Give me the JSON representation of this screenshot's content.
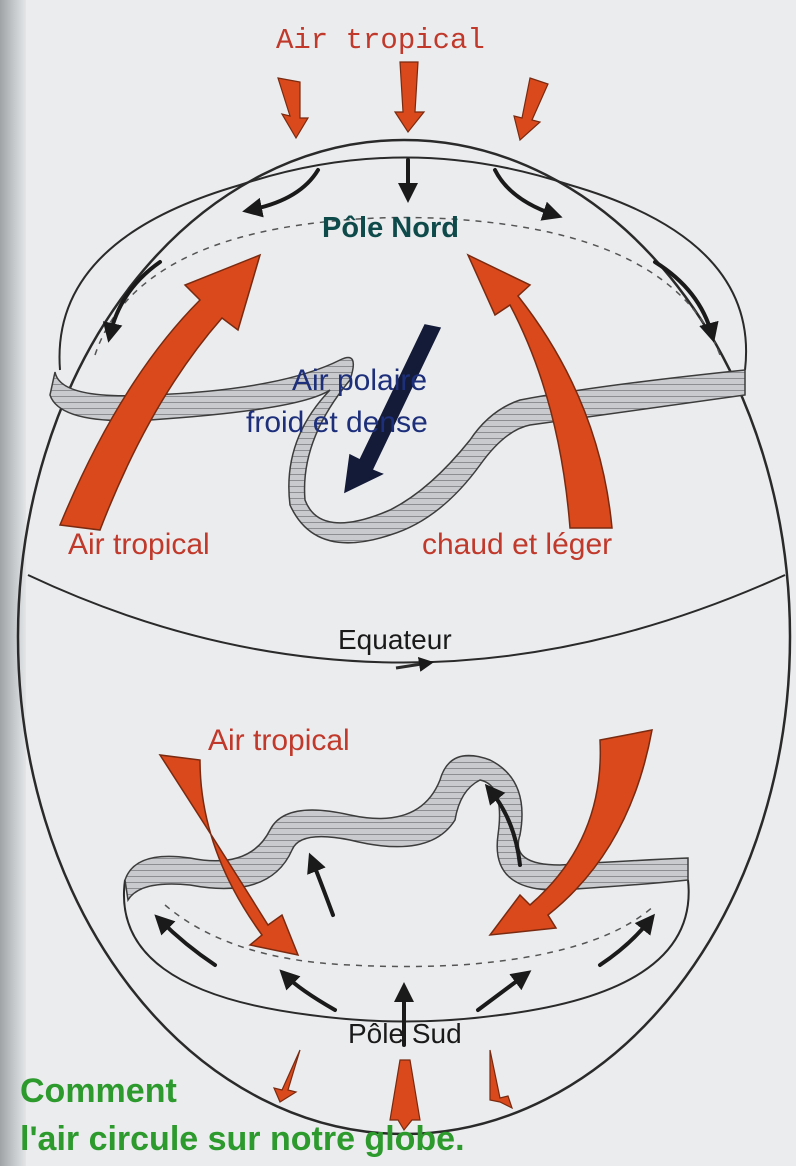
{
  "colors": {
    "background": "#ebecee",
    "globe_line": "#2a2a2a",
    "warm_air": "#d9491b",
    "cold_front_fill": "#d4d5d8",
    "label_red": "#c0392b",
    "label_blue": "#1d2f7a",
    "label_teal": "#0f4a4a",
    "caption_green": "#2c9a2c"
  },
  "labels": {
    "top_air_tropical": "Air tropical",
    "north_pole": "Pôle Nord",
    "polar_air_line1": "Air polaire",
    "polar_air_line2": "froid et dense",
    "air_tropical_left": "Air tropical",
    "warm_light": "chaud et léger",
    "equator": "Equateur",
    "air_tropical_south": "Air tropical",
    "south_pole": "Pôle Sud"
  },
  "caption": {
    "line1": "Comment",
    "line2": "l'air circule sur notre globe."
  },
  "icons": {
    "warm_arrow": "thick-orange-arrow-icon",
    "cold_arrow": "black-arrow-icon",
    "polar_arrow": "navy-wedge-arrow-icon"
  }
}
